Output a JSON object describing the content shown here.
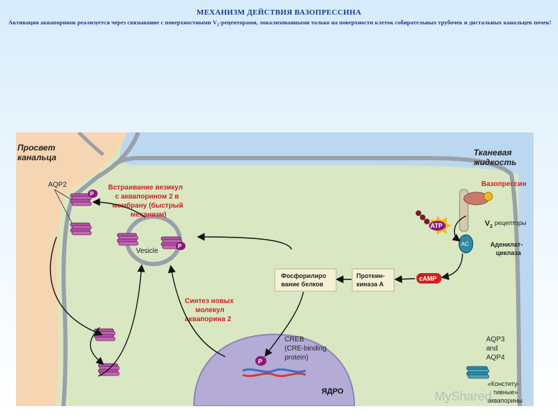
{
  "header": {
    "title": "МЕХАНИЗМ ДЕЙСТВИЯ ВАЗОПРЕССИНА",
    "subtitle_part1": "Активация аквапоринов реализуется через связывание с поверхностными V",
    "subtitle_sub": "2",
    "subtitle_part2": "-рецепторами, локализованными только на поверхности клеток собирательных трубочек и дистальных канальцев почек!"
  },
  "diagram": {
    "lumen_label_line1": "Просвет",
    "lumen_label_line2": "канальца",
    "tissue_label_line1": "Тканевая",
    "tissue_label_line2": "жидкость",
    "aqp2_label": "AQP2",
    "p_badge": "P",
    "insertion_line1": "Встраивание везикул",
    "insertion_line2": "с аквапорином 2 в",
    "insertion_line3": "мембрану (быстрый",
    "insertion_line4": "механизм)",
    "vesicle_label": "Vesicle",
    "vasopressin_label": "Вазопрессин",
    "v2_letter": "V",
    "v2_sub": "2",
    "receptors_label": "рецепторы",
    "atp_label": "ATP",
    "ac_label": "AC",
    "adenylate_line1": "Аденилат-",
    "adenylate_line2": "циклаза",
    "camp_label": "cAMP",
    "phospho_line1": "Фосфорилиро",
    "phospho_line2": "вание белков",
    "pka_line1": "Протеин-",
    "pka_line2": "киназа А",
    "synthesis_line1": "Синтез новых",
    "synthesis_line2": "молекул",
    "synthesis_line3": "аквапорина 2",
    "creb_line1": "CREB",
    "creb_line2": "(CRE-binding",
    "creb_line3": "protein)",
    "nucleus_label": "ЯДРО",
    "aqp34_line1": "AQP3",
    "aqp34_line2": "and",
    "aqp34_line3": "AQP4",
    "constitutive_line1": "«Конститу-",
    "constitutive_line2": "тивные»",
    "constitutive_line3": "аквапорины",
    "watermark": "MyShared"
  },
  "colors": {
    "lumen": "#f6d6b2",
    "cytoplasm": "#d9e8c2",
    "interstitial": "#bcd7f0",
    "membrane": "#9aa0aa",
    "aqp2": "#b452a4",
    "aqp34": "#2f8aa3",
    "label_red": "#d11f1f",
    "nucleus": "#b4abd6"
  }
}
